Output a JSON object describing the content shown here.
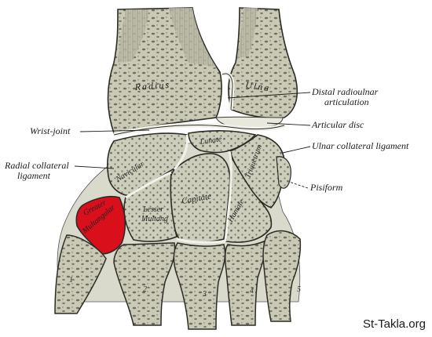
{
  "colors": {
    "bone": "#c7c7b3",
    "bone_dark": "#6d6d5e",
    "cartilage": "#f2f2ea",
    "highlight": "#d90f1c",
    "outline": "#2c2c26"
  },
  "labels": {
    "distal_radioulnar": [
      "Distal radioulnar",
      "articulation"
    ],
    "articular_disc": "Articular disc",
    "wrist_joint": "Wrist-joint",
    "ulnar_collateral": "Ulnar collateral ligament",
    "radial_collateral": [
      "Radial collateral",
      "ligament"
    ],
    "pisiform": "Pisiform"
  },
  "bones": {
    "radius": "Radius",
    "ulna": "Ulna",
    "lunate": "Lunate",
    "navicular": "Navicular",
    "triquetrum": "Triquetrum",
    "capitate": "Capitate",
    "hamate": "Hamate",
    "lesser_multang": [
      "Lesser",
      "Multang"
    ],
    "greater_multangular": [
      "Greater",
      "Multangular"
    ]
  },
  "metacarpals": [
    "1",
    "2",
    "3",
    "4",
    "5"
  ],
  "watermark": "St-Takla.org"
}
